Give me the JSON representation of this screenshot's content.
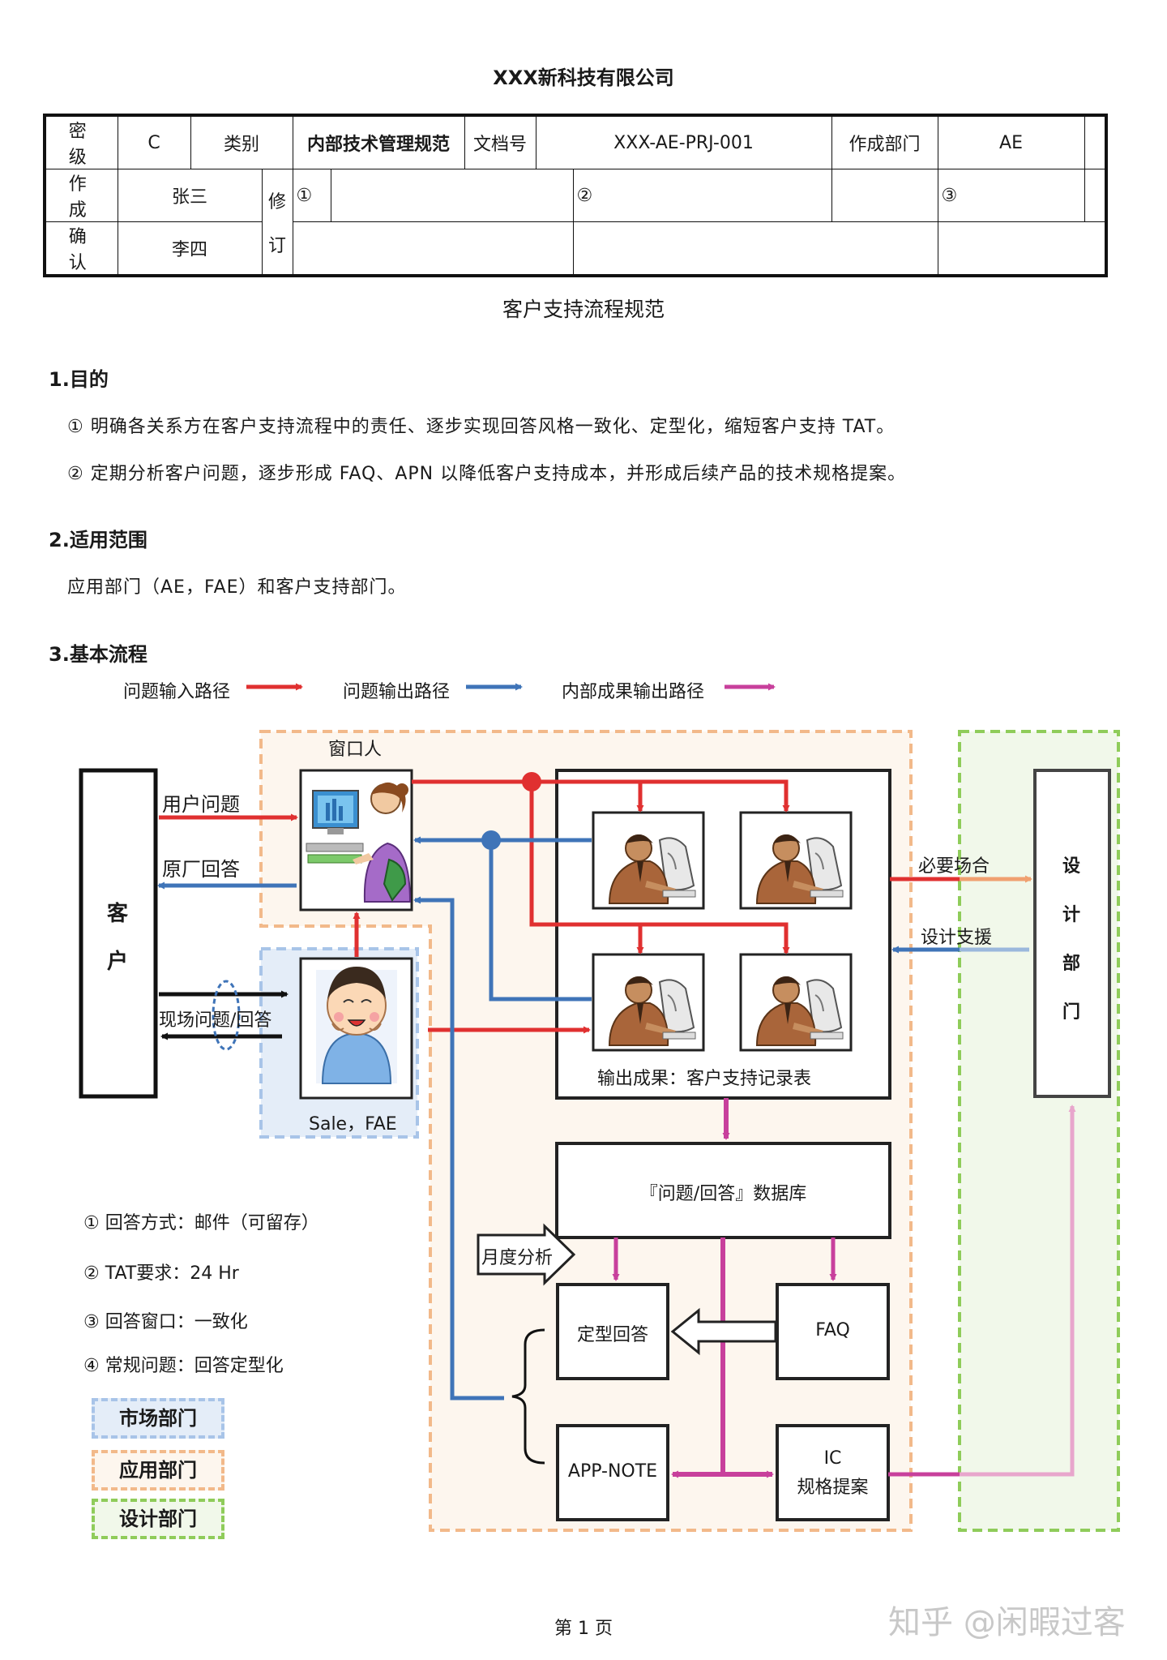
{
  "header": {
    "company": "XXX新科技有限公司"
  },
  "meta_table": {
    "secret_label": "密 级",
    "secret_value": "C",
    "category_label": "类别",
    "category_value": "内部技术管理规范",
    "docno_label": "文档号",
    "docno_value": "XXX-AE-PRJ-001",
    "dept_label": "作成部门",
    "dept_value": "AE",
    "author_label": "作 成",
    "author_value": "张三",
    "revise_label_1": "修",
    "revise_label_2": "订",
    "rev1": "①",
    "rev2": "②",
    "rev3": "③",
    "confirm_label": "确 认",
    "confirm_value": "李四"
  },
  "doc_title": "客户支持流程规范",
  "sections": {
    "purpose_title": "1.目的",
    "purpose_1": "① 明确各关系方在客户支持流程中的责任、逐步实现回答风格一致化、定型化，缩短客户支持 TAT。",
    "purpose_2": "② 定期分析客户问题，逐步形成 FAQ、APN 以降低客户支持成本，并形成后续产品的技术规格提案。",
    "scope_title": "2.适用范围",
    "scope_text": "应用部门（AE，FAE）和客户支持部门。",
    "flow_title": "3.基本流程"
  },
  "legend": {
    "input_path": "问题输入路径",
    "output_path": "问题输出路径",
    "internal_path": "内部成果输出路径",
    "colors": {
      "input": "#e03030",
      "output": "#3f74b8",
      "internal": "#c8409c"
    }
  },
  "diagram": {
    "window_person": "窗口人",
    "customer": [
      "客",
      "户"
    ],
    "user_question": "用户问题",
    "factory_answer": "原厂回答",
    "onsite_qa": "现场问题/回答",
    "sale_fae": "Sale，FAE",
    "necessary_occasion": "必要场合",
    "design_support": "设计支援",
    "design_dept": [
      "设",
      "计",
      "部",
      "门"
    ],
    "output_result": "输出成果：客户支持记录表",
    "database": "『问题/回答』数据库",
    "monthly_analysis": "月度分析",
    "fixed_answer": "定型回答",
    "faq": "FAQ",
    "app_note": "APP-NOTE",
    "ic_line1": "IC",
    "ic_line2": "规格提案",
    "colors": {
      "market": "#a8c4e8",
      "application": "#f2b98a",
      "design": "#8fcc5a"
    }
  },
  "notes": [
    "① 回答方式：邮件（可留存）",
    "② TAT要求：24 Hr",
    "③ 回答窗口：一致化",
    "④ 常规问题：回答定型化"
  ],
  "dept_tags": {
    "market": "市场部门",
    "application": "应用部门",
    "design": "设计部门"
  },
  "footer": {
    "page": "第 1 页",
    "watermark": "知乎 @闲暇过客"
  }
}
